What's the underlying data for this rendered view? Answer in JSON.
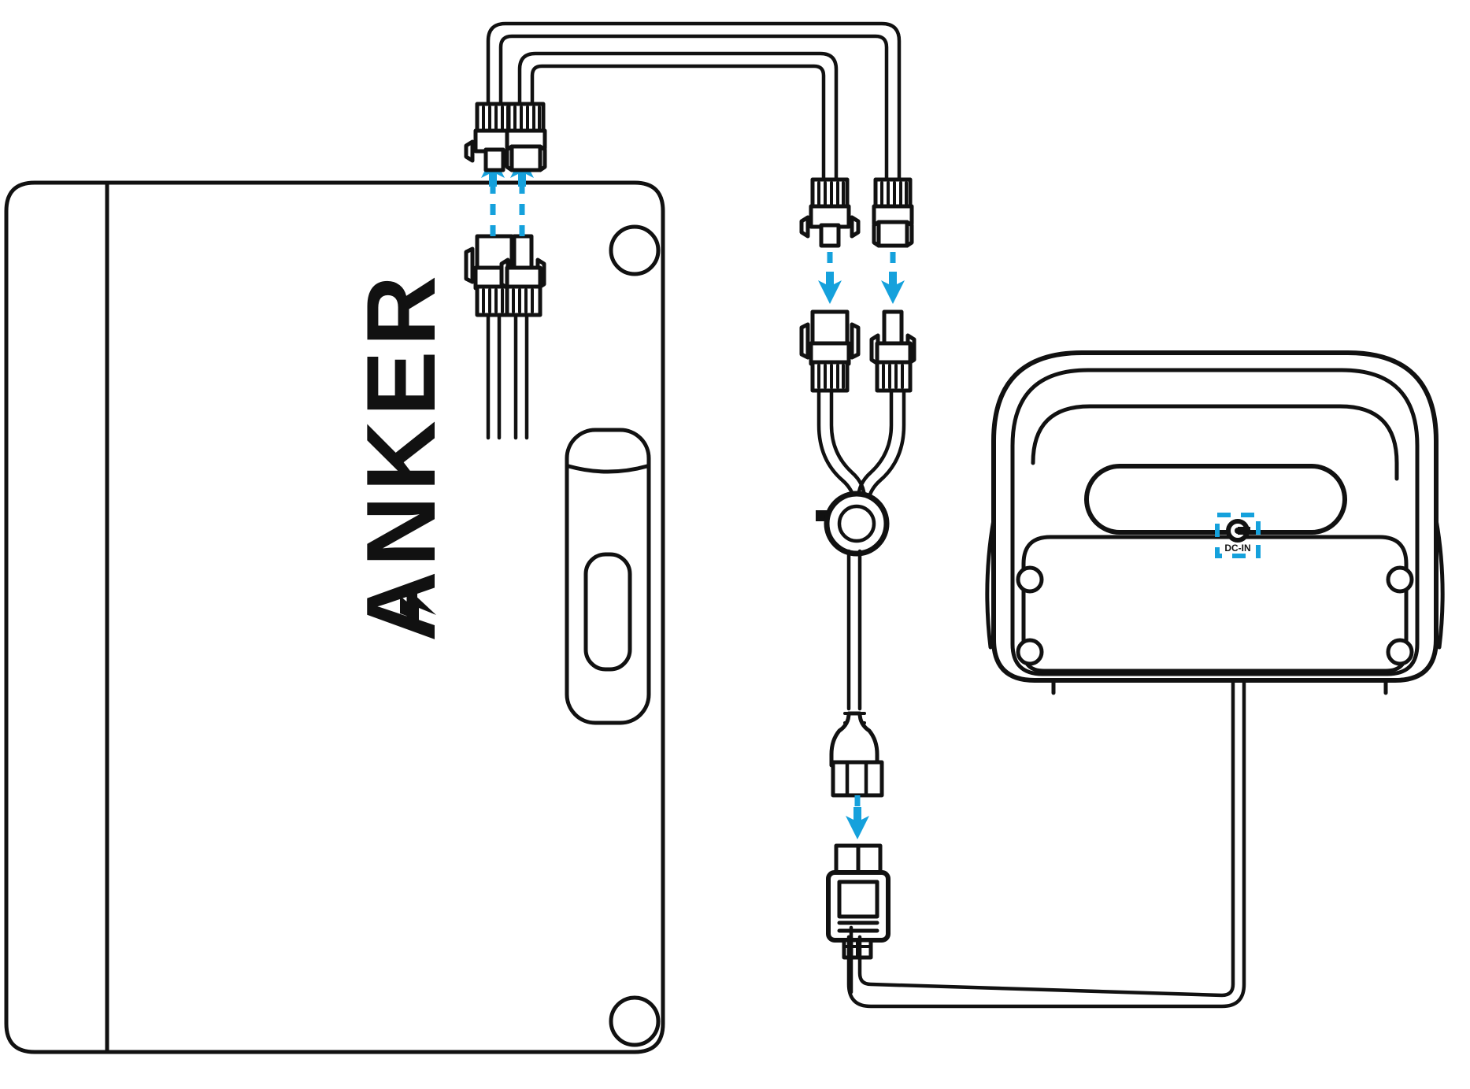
{
  "diagram": {
    "title": "Anker solar panel to portable power station connection diagram",
    "type": "product-connection-instruction",
    "background_color": "#ffffff",
    "line_color": "#111111",
    "accent_color": "#15A1DC"
  },
  "solar_panel": {
    "brand_label": "ANKER",
    "brand_label_rotation_deg": -90,
    "fold_line": true,
    "grommets": 2,
    "pocket_label": "",
    "cable_box_label": ""
  },
  "power_station": {
    "port_label": "DC-IN",
    "port_icon": "dc-barrel-jack-icon",
    "screw_holes": 4,
    "handle": true,
    "highlight_box": true
  },
  "connectors": {
    "panel_mc4_pair": [
      "mc4-male-connector",
      "mc4-female-connector"
    ],
    "cable_mc4_pair": [
      "mc4-female-connector",
      "mc4-male-connector"
    ],
    "extension_mc4_pair": [
      "mc4-male-connector",
      "mc4-female-connector"
    ],
    "xt_plug": "power-plug-connector",
    "xt_socket": "power-socket-connector",
    "dc_plug": "dc-barrel-plug"
  },
  "arrows": [
    {
      "name": "arrow-panel-left",
      "direction": "up"
    },
    {
      "name": "arrow-panel-right",
      "direction": "up"
    },
    {
      "name": "arrow-mc4-left",
      "direction": "down"
    },
    {
      "name": "arrow-mc4-right",
      "direction": "down"
    },
    {
      "name": "arrow-xt-plug",
      "direction": "down"
    },
    {
      "name": "arrow-dc-in",
      "direction": "up"
    }
  ]
}
